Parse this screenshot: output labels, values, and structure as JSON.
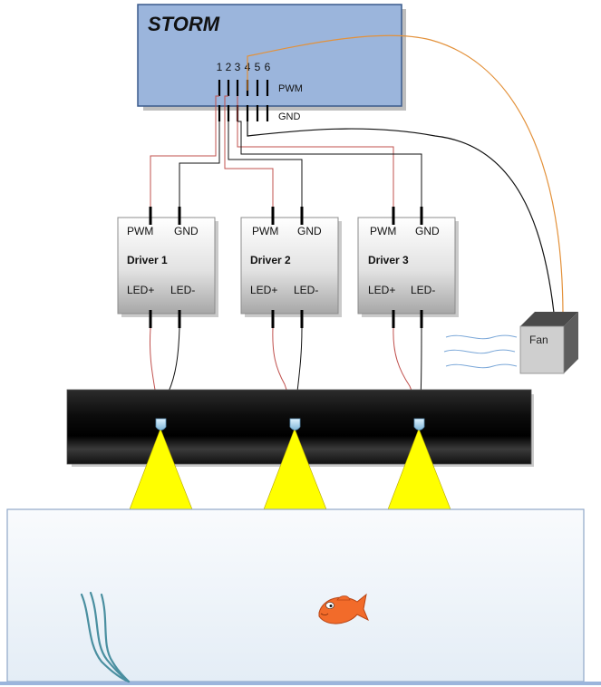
{
  "controller": {
    "title": "STORM",
    "channel_numbers": [
      "1",
      "2",
      "3",
      "4",
      "5",
      "6"
    ],
    "pwm_label": "PWM",
    "gnd_label": "GND"
  },
  "drivers": [
    {
      "name": "Driver 1",
      "pwm": "PWM",
      "gnd": "GND",
      "led_plus": "LED+",
      "led_minus": "LED-"
    },
    {
      "name": "Driver 2",
      "pwm": "PWM",
      "gnd": "GND",
      "led_plus": "LED+",
      "led_minus": "LED-"
    },
    {
      "name": "Driver 3",
      "pwm": "PWM",
      "gnd": "GND",
      "led_plus": "LED+",
      "led_minus": "LED-"
    }
  ],
  "fan": {
    "label": "Fan"
  },
  "colors": {
    "controller_fill": "#9bb5dc",
    "controller_border": "#3a5a8c",
    "pwm_wire": "#c0504d",
    "gnd_wire": "#111111",
    "fan_wire": "#e3913a",
    "light_beam": "#ffff00",
    "tank_fill": "#eef4fa",
    "tank_border": "#8fa8c8",
    "fish": "#f26b2a",
    "plant": "#4a8fa0"
  }
}
